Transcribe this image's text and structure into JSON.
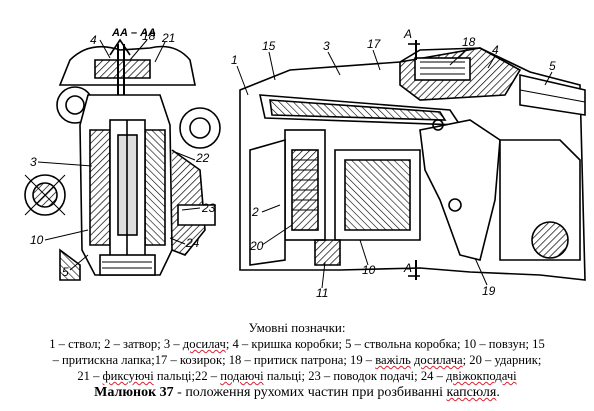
{
  "figure": {
    "section_label": "АА – АА",
    "arrow_label": "А",
    "left_callouts": [
      "4",
      "18",
      "21",
      "3",
      "22",
      "23",
      "10",
      "24",
      "5"
    ],
    "right_callouts": [
      "1",
      "15",
      "3",
      "17",
      "18",
      "4",
      "5",
      "2",
      "20",
      "10",
      "11",
      "19"
    ]
  },
  "legend": {
    "title": "Умовні позначки:",
    "lines": [
      [
        {
          "text": "1 – ствол; 2 – затвор; 3 – ",
          "sq": false
        },
        {
          "text": "досилач",
          "sq": true
        },
        {
          "text": "; 4 – кришка коробки; 5 – ствольна коробка; 10 – повзун; 15",
          "sq": false
        }
      ],
      [
        {
          "text": "– притискна лапка;17 – козирок; 18 – притиск патрона; 19 – ",
          "sq": false
        },
        {
          "text": "важіль",
          "sq": true
        },
        {
          "text": " ",
          "sq": false
        },
        {
          "text": "досилача",
          "sq": true
        },
        {
          "text": "; 20 – ударник;",
          "sq": false
        }
      ],
      [
        {
          "text": "21 – ",
          "sq": false
        },
        {
          "text": "фиксуючі",
          "sq": true
        },
        {
          "text": " пальці;22 – ",
          "sq": false
        },
        {
          "text": "подаючі",
          "sq": true
        },
        {
          "text": " пальці; 23 – поводок подачі; 24 – ",
          "sq": false
        },
        {
          "text": "двіжокподачі",
          "sq": true
        }
      ]
    ]
  },
  "caption": {
    "bold": "Малюнок 37",
    "rest": " - положення рухомих частин при розбиванні ",
    "last_word": "капсюля",
    "end": "."
  }
}
